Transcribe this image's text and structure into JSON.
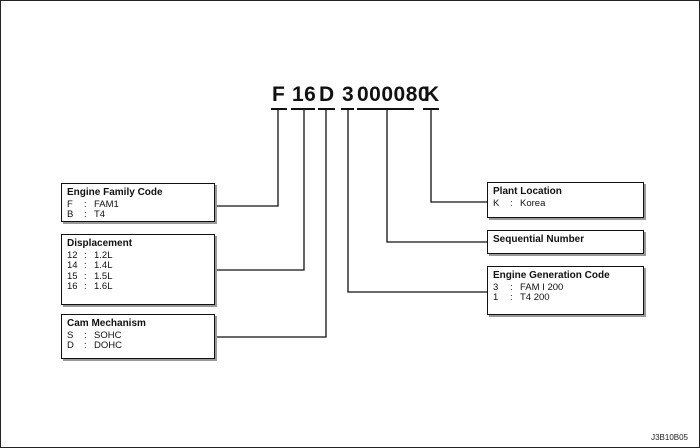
{
  "code": {
    "family": "F",
    "displacement": "16",
    "cam": "D",
    "generation": "3",
    "sequence": "000080",
    "plant": "K"
  },
  "boxes": {
    "family": {
      "title": "Engine Family Code",
      "rows": [
        {
          "k": "F",
          "sep": ":",
          "v": "FAM1"
        },
        {
          "k": "B",
          "sep": ":",
          "v": "T4"
        }
      ]
    },
    "displacement": {
      "title": "Displacement",
      "rows": [
        {
          "k": "12",
          "sep": ":",
          "v": "1.2L"
        },
        {
          "k": "14",
          "sep": ":",
          "v": "1.4L"
        },
        {
          "k": "15",
          "sep": ":",
          "v": "1.5L"
        },
        {
          "k": "16",
          "sep": ":",
          "v": "1.6L"
        }
      ]
    },
    "cam": {
      "title": "Cam Mechanism",
      "rows": [
        {
          "k": "S",
          "sep": ":",
          "v": "SOHC"
        },
        {
          "k": "D",
          "sep": ":",
          "v": "DOHC"
        }
      ]
    },
    "plant": {
      "title": "Plant Location",
      "rows": [
        {
          "k": "K",
          "sep": ":",
          "v": "Korea"
        }
      ]
    },
    "sequence": {
      "title": "Sequential Number",
      "rows": []
    },
    "generation": {
      "title": "Engine Generation Code",
      "rows": [
        {
          "k": "3",
          "sep": ":",
          "v": "FAM I 200"
        },
        {
          "k": "1",
          "sep": ":",
          "v": "T4 200"
        }
      ]
    }
  },
  "reference": "J3B10B05"
}
